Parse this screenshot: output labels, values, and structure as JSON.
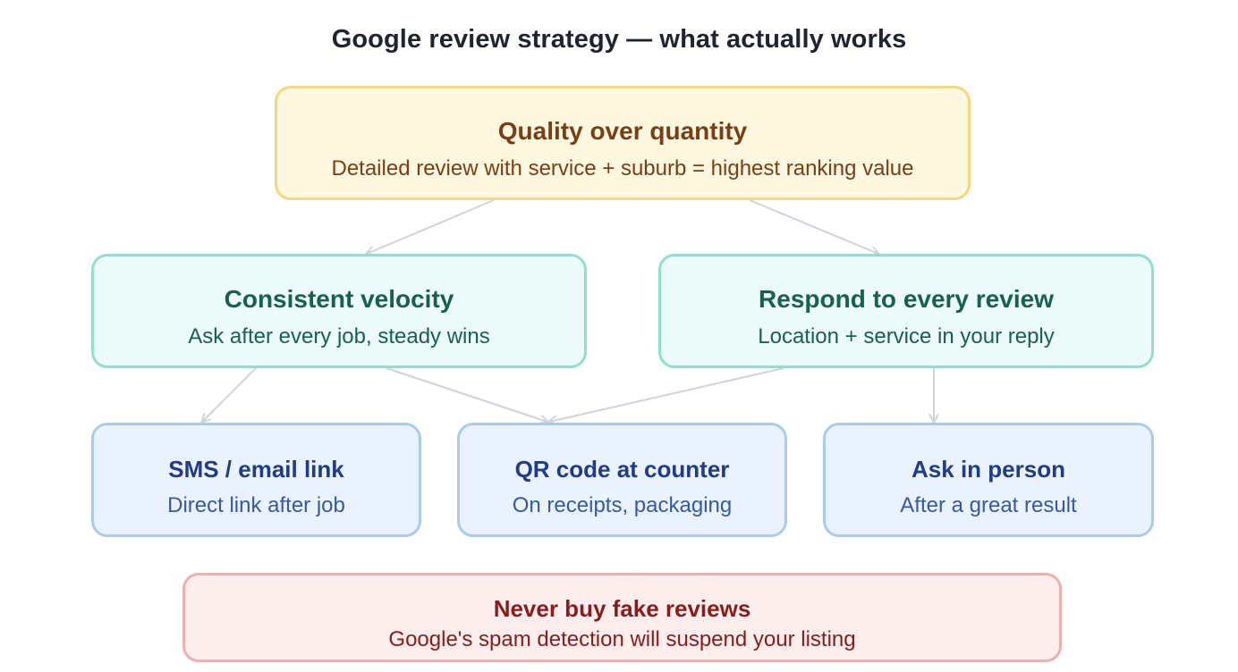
{
  "title": "Google review strategy — what actually works",
  "nodes": {
    "quality": {
      "heading": "Quality over quantity",
      "sub": "Detailed review with service + suburb = highest ranking value"
    },
    "velocity": {
      "heading": "Consistent velocity",
      "sub": "Ask after every job, steady wins"
    },
    "respond": {
      "heading": "Respond to every review",
      "sub": "Location + service in your reply"
    },
    "sms": {
      "heading": "SMS / email link",
      "sub": "Direct link after job"
    },
    "qr": {
      "heading": "QR code at counter",
      "sub": "On receipts, packaging"
    },
    "person": {
      "heading": "Ask in person",
      "sub": "After a great result"
    },
    "warning": {
      "heading": "Never buy fake reviews",
      "sub": "Google's spam detection will suspend your listing"
    }
  },
  "colors": {
    "yellow_fill": "#fff8e1",
    "yellow_border": "#f6d77a",
    "yellow_text": "#7a3e14",
    "green_fill": "#ecfbf7",
    "green_border": "#8fe0cc",
    "green_text": "#17624f",
    "blue_fill": "#eaf3fd",
    "blue_border": "#a9ccee",
    "blue_text": "#1f3b8a",
    "red_fill": "#fdeeee",
    "red_border": "#eeb0ae",
    "red_text": "#8a1c1c",
    "connector": "#cfd3da"
  }
}
